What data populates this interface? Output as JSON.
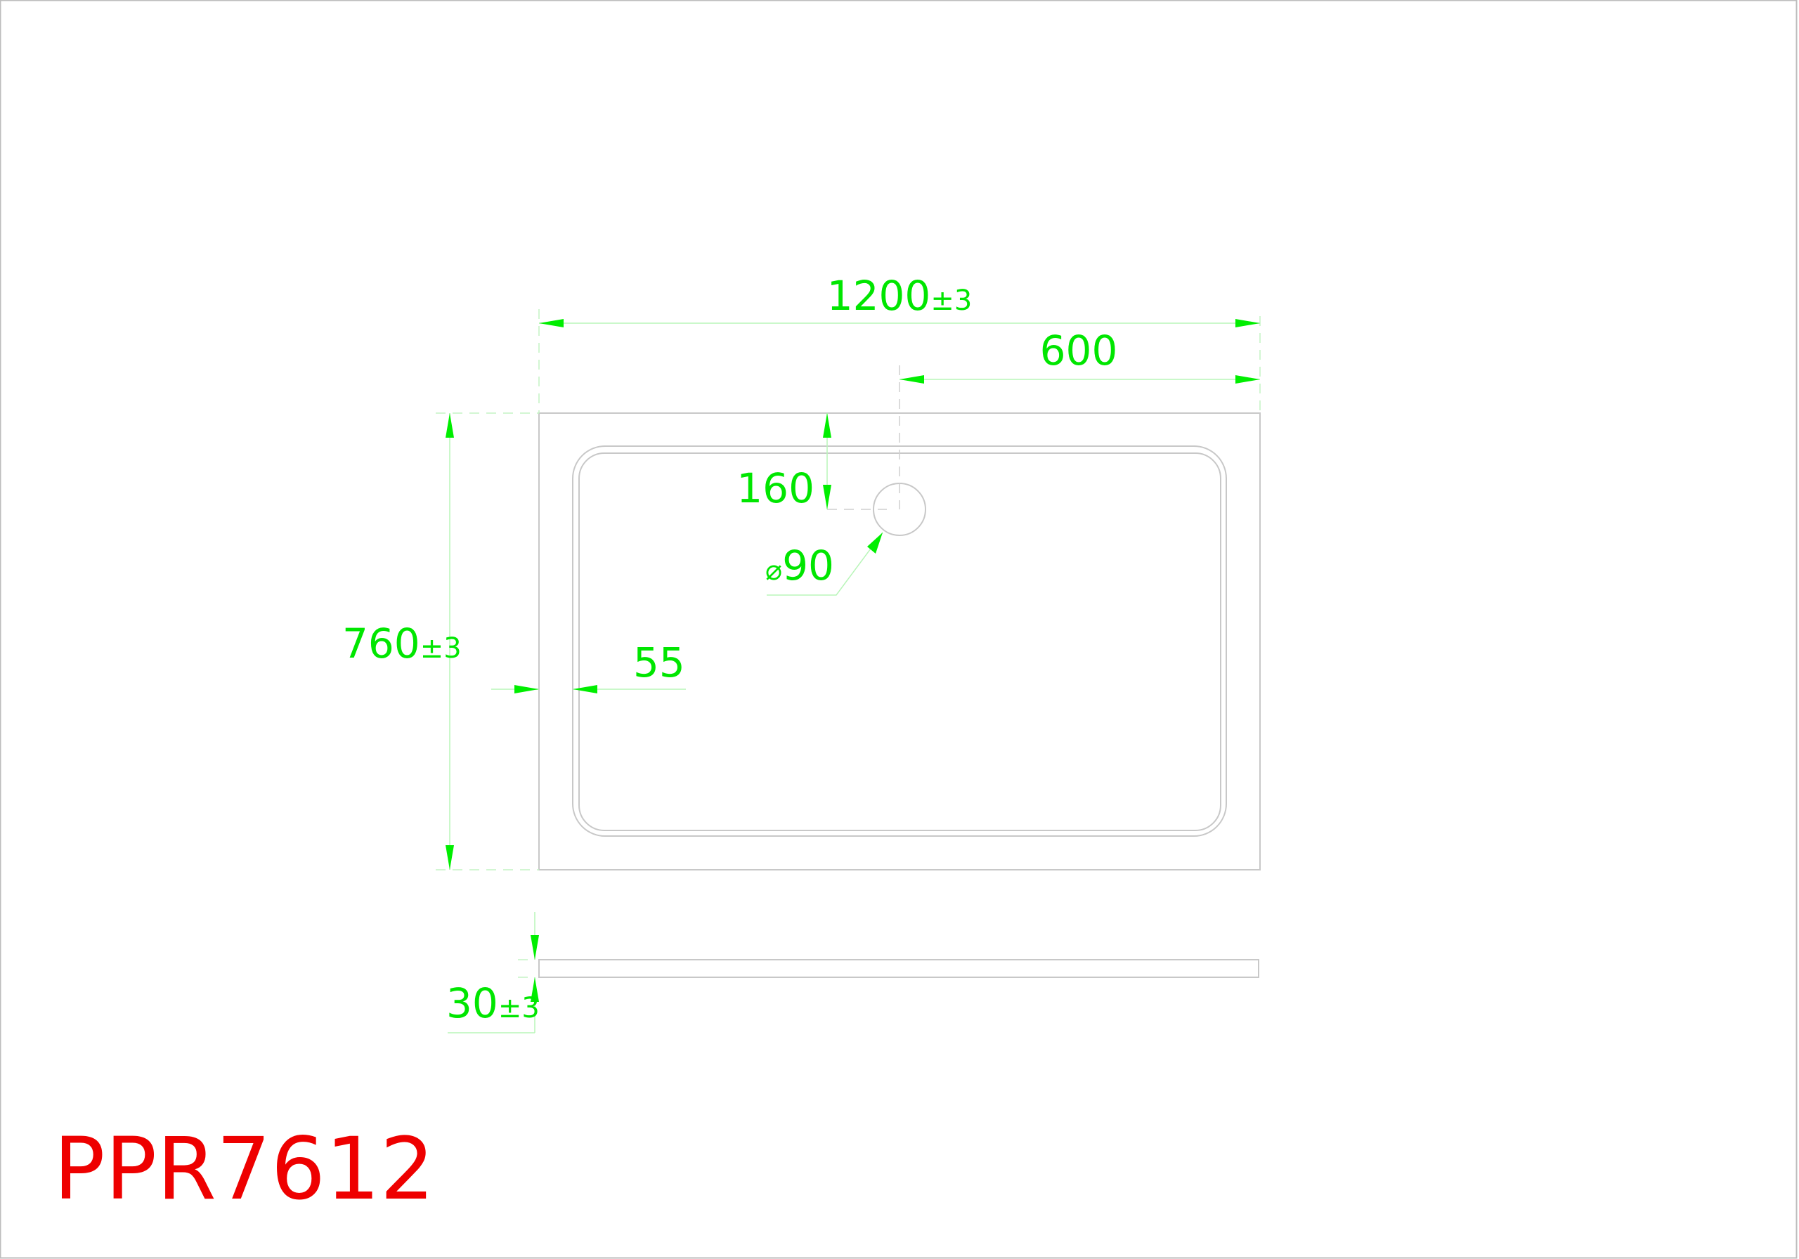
{
  "model_code": "PPR7612",
  "colors": {
    "dimension": "#00e600",
    "model": "#ee0000",
    "outline": "#c8c8c8"
  },
  "dimensions": {
    "length": {
      "value": "1200",
      "tolerance": "±3"
    },
    "drain_offset_x": {
      "value": "600"
    },
    "drain_offset_y": {
      "value": "160"
    },
    "drain_diameter": {
      "symbol": "⌀",
      "value": "90"
    },
    "width": {
      "value": "760",
      "tolerance": "±3"
    },
    "rim": {
      "value": "55"
    },
    "height": {
      "value": "30",
      "tolerance": "±3"
    }
  }
}
